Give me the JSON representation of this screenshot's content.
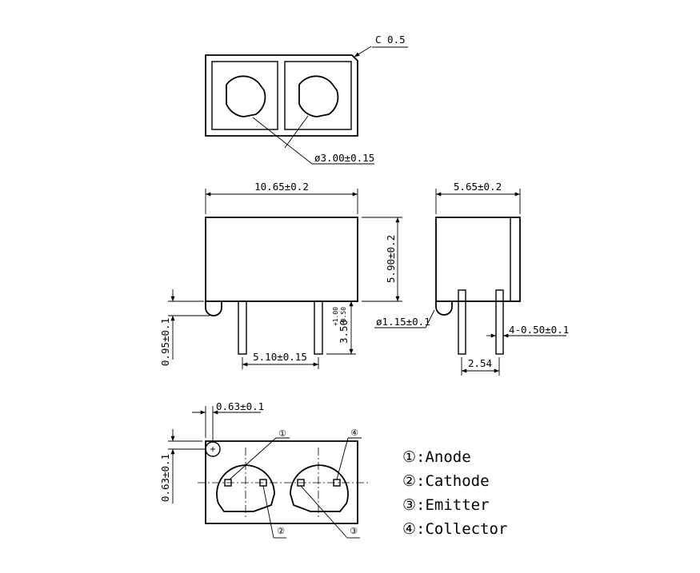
{
  "top_view": {
    "chamfer_label": "C 0.5",
    "hole_diameter_label": "ø3.00±0.15"
  },
  "front_view": {
    "width_label": "10.65±0.2",
    "height_label": "5.90±0.2",
    "lead_length_label_main": "3.50",
    "lead_length_tol_upper": "+1.00",
    "lead_length_tol_lower": "-0.50",
    "lead_spacing_label": "5.10±0.15",
    "bump_label": "0.95±0.1"
  },
  "side_view": {
    "width_label": "5.65±0.2",
    "bump_label": "ø1.15±0.1",
    "lead_label": "4-0.50±0.1",
    "pitch_label": "2.54"
  },
  "bottom_view": {
    "offset_x_label": "0.63±0.1",
    "offset_y_label": "0.63±0.1",
    "pin_markers": [
      "①",
      "②",
      "③",
      "④"
    ]
  },
  "legend": [
    {
      "num": "①",
      "name": ":Anode"
    },
    {
      "num": "②",
      "name": ":Cathode"
    },
    {
      "num": "③",
      "name": ":Emitter"
    },
    {
      "num": "④",
      "name": ":Collector"
    }
  ]
}
